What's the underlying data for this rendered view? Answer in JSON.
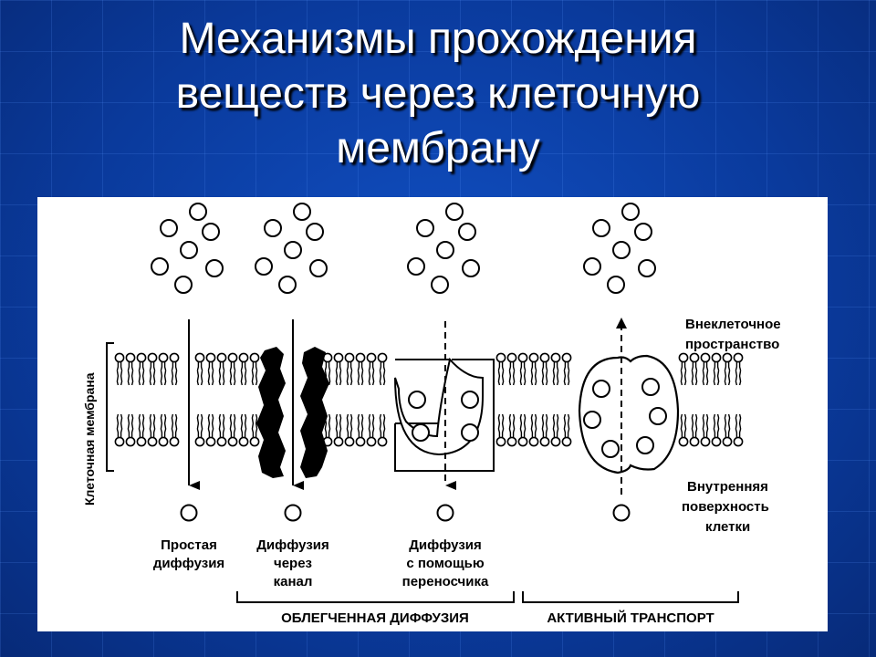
{
  "title": {
    "line1": "Механизмы прохождения",
    "line2": "веществ через клеточную",
    "line3": "мембрану"
  },
  "diagram": {
    "membrane_label": "Клеточная мембрана",
    "extracellular_label": [
      "Внеклеточное",
      "пространство"
    ],
    "intracellular_label": [
      "Внутренняя",
      "поверхность",
      "клетки"
    ],
    "mechanisms": [
      {
        "label": [
          "Простая",
          "диффузия"
        ]
      },
      {
        "label": [
          "Диффузия",
          "через",
          "канал"
        ]
      },
      {
        "label": [
          "Диффузия",
          "с помощью",
          "переносчика"
        ]
      },
      {
        "label": []
      }
    ],
    "groups": {
      "facilitated": "ОБЛЕГЧЕННАЯ ДИФФУЗИЯ",
      "active": "АКТИВНЫЙ ТРАНСПОРТ"
    }
  }
}
